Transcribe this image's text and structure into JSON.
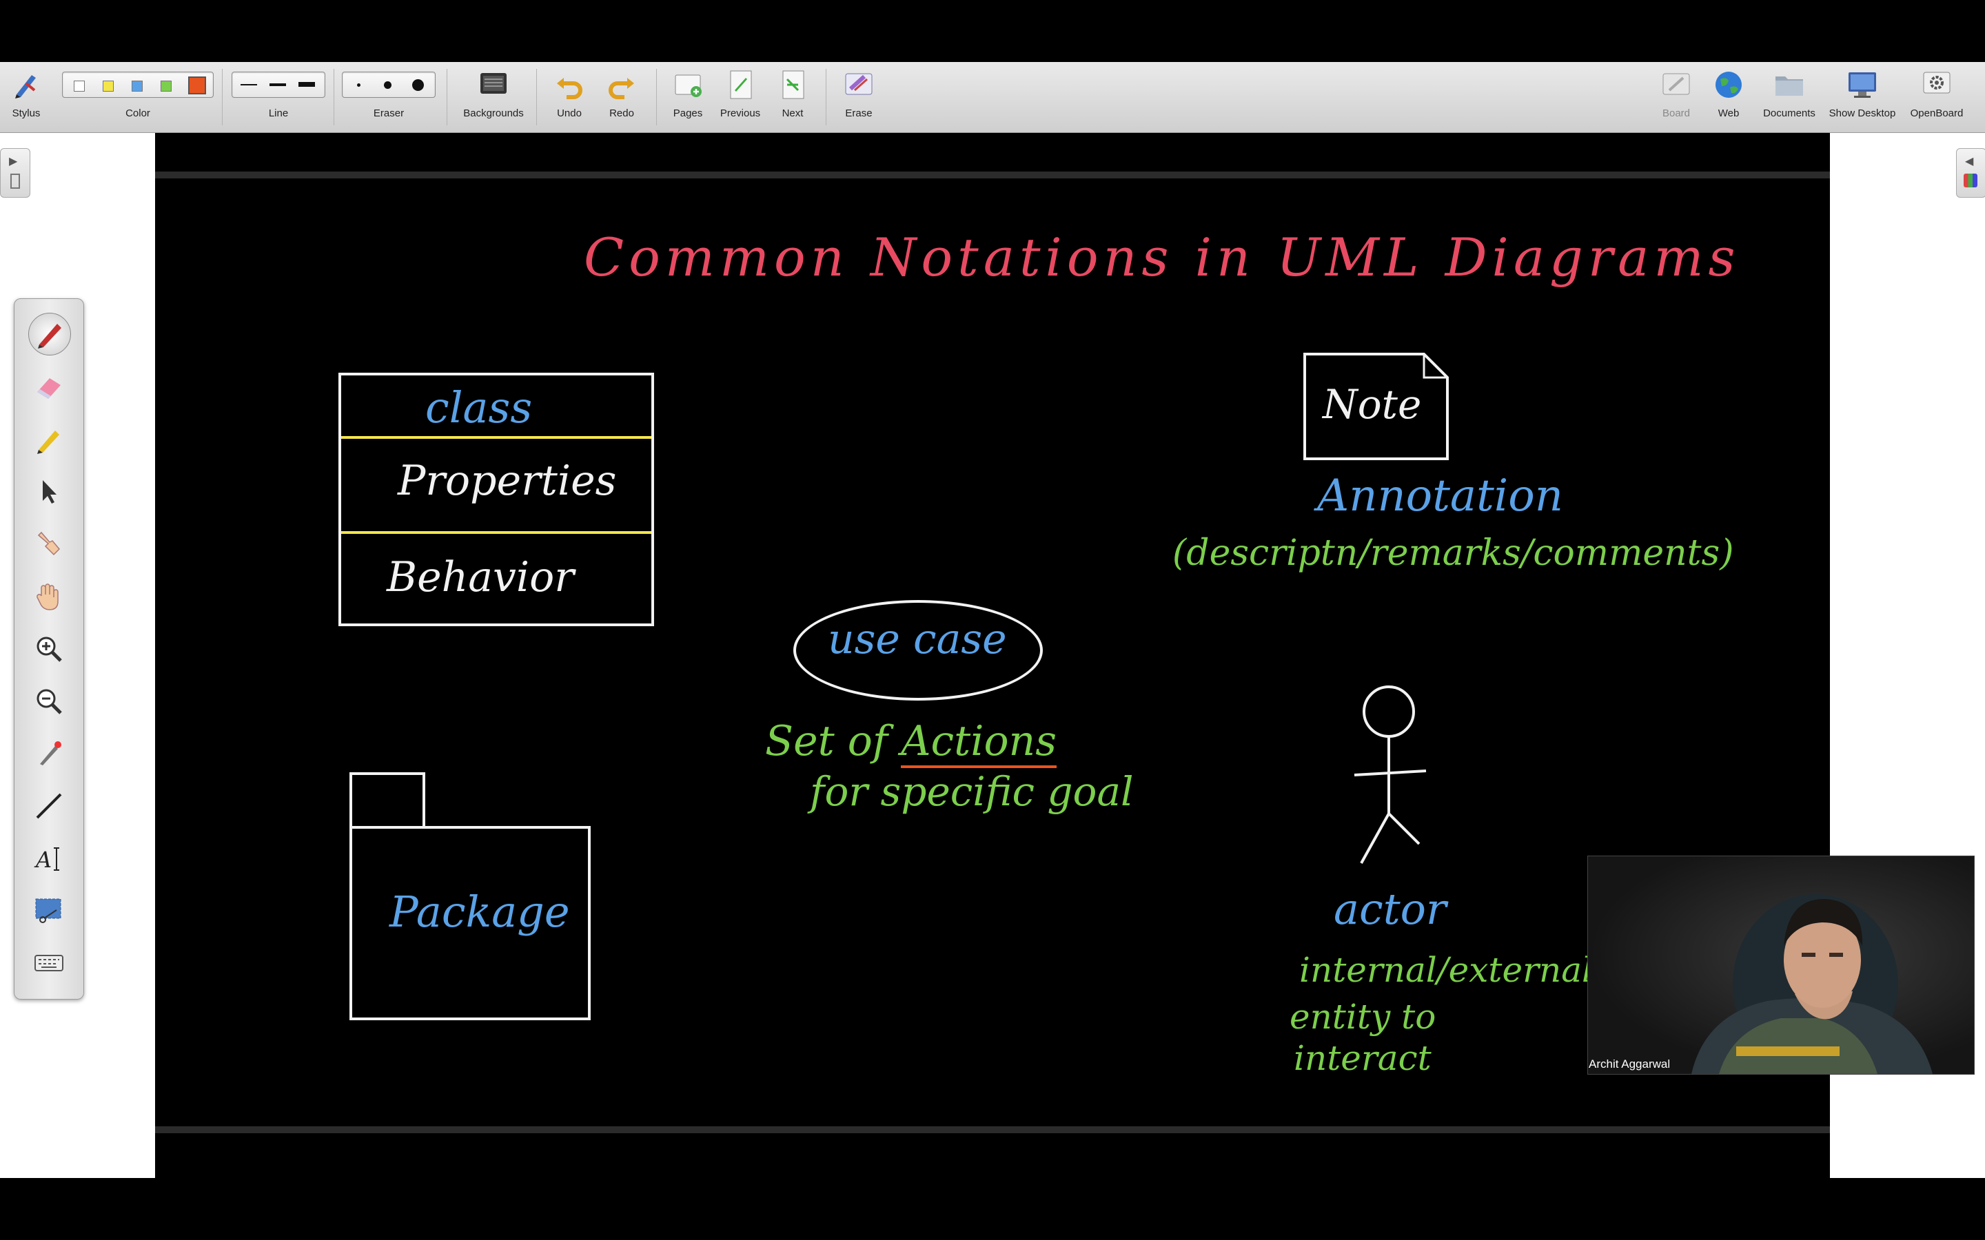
{
  "toolbar": {
    "stylus_label": "Stylus",
    "color_label": "Color",
    "line_label": "Line",
    "eraser_label": "Eraser",
    "backgrounds_label": "Backgrounds",
    "undo_label": "Undo",
    "redo_label": "Redo",
    "pages_label": "Pages",
    "previous_label": "Previous",
    "next_label": "Next",
    "erase_label": "Erase",
    "board_label": "Board",
    "web_label": "Web",
    "documents_label": "Documents",
    "show_desktop_label": "Show Desktop",
    "openboard_label": "OpenBoard",
    "colors": [
      "#ffffff",
      "#f4e64a",
      "#5aa2e8",
      "#7ccf4c",
      "#e8541f"
    ],
    "selected_color": "#e8541f"
  },
  "board": {
    "title": "Common Notations in UML Diagrams",
    "class_box": {
      "name": "class",
      "properties": "Properties",
      "behavior": "Behavior"
    },
    "note_box": {
      "label": "Note",
      "caption": "Annotation",
      "description": "(descriptn/remarks/comments)"
    },
    "use_case": {
      "label": "use case",
      "desc_line1_prefix": "Set of ",
      "desc_line1_emph": "Actions",
      "desc_line2": "for specific goal"
    },
    "package": {
      "label": "Package"
    },
    "actor": {
      "label": "actor",
      "line1": "internal/external",
      "line2": "entity to",
      "line3": "interact"
    }
  },
  "video": {
    "participant_name": "Archit Aggarwal"
  },
  "colors": {
    "title": "#e84a62",
    "blue_ink": "#5aa2e8",
    "green_ink": "#7ccf4c",
    "divider": "#f4e64a",
    "underline": "#e8541f"
  }
}
